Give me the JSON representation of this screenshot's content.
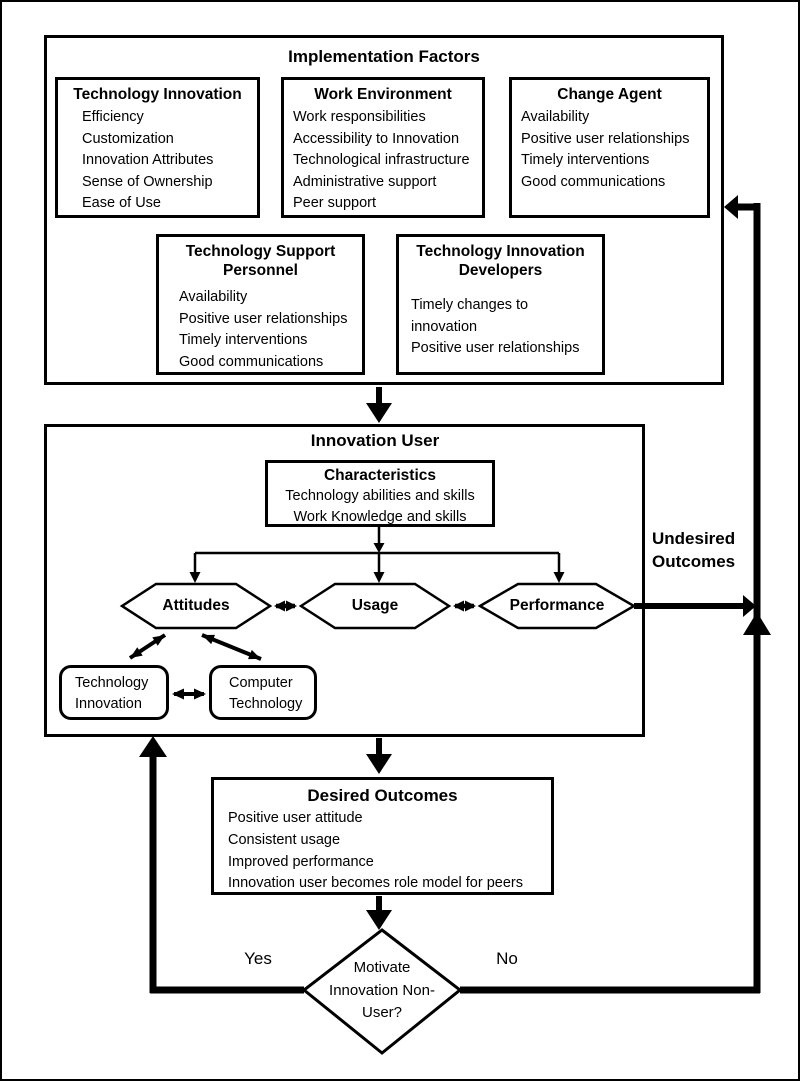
{
  "impl": {
    "title": "Implementation Factors",
    "ti": {
      "title": "Technology Innovation",
      "items": [
        "Efficiency",
        "Customization",
        "Innovation Attributes",
        "Sense of Ownership",
        "Ease of Use"
      ]
    },
    "we": {
      "title": "Work Environment",
      "items": [
        "Work responsibilities",
        "Accessibility to Innovation",
        "Technological infrastructure",
        "Administrative support",
        "Peer support"
      ]
    },
    "ca": {
      "title": "Change Agent",
      "items": [
        "Availability",
        "Positive user relationships",
        "Timely interventions",
        "Good communications"
      ]
    },
    "tsp": {
      "title": "Technology Support Personnel",
      "items": [
        "Availability",
        "Positive user relationships",
        "Timely interventions",
        "Good communications"
      ]
    },
    "tid": {
      "title": "Technology Innovation Developers",
      "items": [
        "Timely changes to innovation",
        "Positive user relationships"
      ]
    }
  },
  "user": {
    "title": "Innovation User",
    "characteristics": {
      "title": "Characteristics",
      "items": [
        "Technology abilities and skills",
        "Work Knowledge and skills"
      ]
    },
    "attitudes": "Attitudes",
    "usage": "Usage",
    "performance": "Performance",
    "tech_innovation": "Technology Innovation",
    "computer_technology": "Computer Technology"
  },
  "undesired_label": "Undesired Outcomes",
  "desired": {
    "title": "Desired Outcomes",
    "items": [
      "Positive user attitude",
      "Consistent usage",
      "Improved performance",
      "Innovation user becomes role model for peers"
    ]
  },
  "decision": {
    "label": "Motivate Innovation Non-User?",
    "yes": "Yes",
    "no": "No"
  }
}
